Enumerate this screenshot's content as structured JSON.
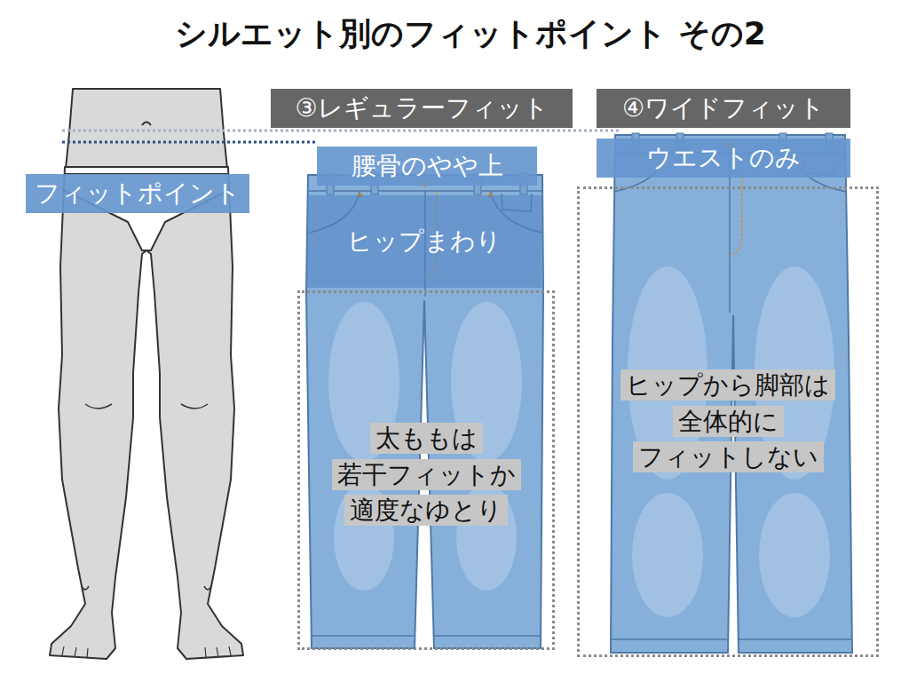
{
  "diagram": {
    "title": "シルエット別のフィットポイント その2",
    "nodes": [
      {
        "text": [
          "フィットポイント"
        ]
      },
      {
        "text": [
          "③レギュラーフィット"
        ]
      },
      {
        "text": [
          "腰骨のやや上"
        ]
      },
      {
        "text": [
          "ヒップまわり"
        ]
      },
      {
        "text": [
          "太ももは 若干フィットか 適度なゆとり"
        ]
      },
      {
        "text": [
          "④ワイドフィット"
        ]
      },
      {
        "text": [
          "ウエストのみ"
        ]
      },
      {
        "text": [
          "ヒップから脚部は 全体的に フィットしない"
        ]
      }
    ]
  }
}
